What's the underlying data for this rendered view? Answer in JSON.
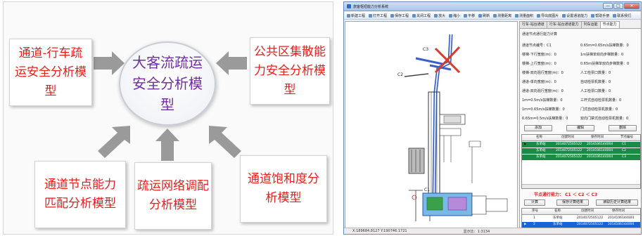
{
  "diagram": {
    "center": [
      "大客流疏运",
      "安全分析模",
      "型"
    ],
    "top_left": [
      "通道-行车疏",
      "运安全分析模",
      "型"
    ],
    "top_right": [
      "公共区集散能",
      "力安全分析模",
      "型"
    ],
    "bottom_left": [
      "通道节点能力",
      "匹配分析模型"
    ],
    "bottom_mid": [
      "疏运网络调配",
      "分析模型"
    ],
    "bottom_right": [
      "通道饱和度分",
      "析模型"
    ],
    "colors": {
      "red_text": "#e4201b",
      "purple_text": "#7030a0",
      "arrow": "#9a9a9a"
    }
  },
  "app": {
    "title": "旅客枢纽能力分析系统",
    "window_buttons": [
      "—",
      "□",
      "✕"
    ],
    "toolbar": [
      "新建工程",
      "打开工程",
      "保存工程",
      "关闭工程",
      "放大",
      "缩小",
      "平移",
      "刷新",
      "测量距离",
      "测量面积",
      "导出底图片",
      "设置通道能力",
      "帮助手册",
      "联系我们"
    ],
    "canvas_labels": {
      "c3": "C3",
      "c2": "C2",
      "c1": "C1"
    },
    "status": {
      "coords": "X:189684.8127  Y:190746.1721",
      "scale": "显示比：1:3134"
    },
    "tabs": [
      "行车-站台通道",
      "行车-站台通道能力",
      "列车运能",
      "节点能力"
    ],
    "active_tab": 3,
    "form_left": [
      "通道节点通行能力计算",
      "通道节点编号：C1",
      "楼梯-下行宽度(m)：0",
      "楼梯-上行宽度(m)：0",
      "楼梯-双向混行宽度(m)：0",
      "通道-单向宽度(m)：0",
      "通道-双向混行宽度(m)：0",
      "1m=0.5m/s扶梯数量：0",
      "1m=0.65m/s扶梯数量：0",
      "0.65m=0.5m/s扶梯数量：0"
    ],
    "form_right": [
      "0.65m=0.65m/s扶梯数量：0",
      "1m扶梯单双向步梯数量：0",
      "0.65m扶梯单双向步梯数量：0",
      "人工检票口数量：0",
      "自动检票机数量：0",
      "人工检票口数量：0",
      "三杆式自动检票机数量：0",
      "门式自动检票机数量：0",
      "双向门禁式自动检票机数量：0"
    ],
    "buttons_top": [
      "添加",
      "编辑",
      "删除"
    ],
    "grid1": {
      "headers": [
        "名称",
        "创建时间",
        "保存时间",
        "节点编号"
      ],
      "rows": [
        [
          "东单站",
          "2014072505122",
          "2014106144004",
          "C1"
        ],
        [
          "东单站",
          "2014072505122",
          "2014106144004",
          "C2"
        ],
        [
          "东单站",
          "2014072505122",
          "2014106144004",
          "C3"
        ]
      ]
    },
    "result": "节点通行能力： C1 ＜ C2 ＜ C3",
    "buttons_mid": [
      "计算",
      "保存计算结果",
      "读取历史计算结果"
    ],
    "grid2": {
      "headers": [
        "序号",
        "名称",
        "创建时间",
        "保存时间"
      ],
      "rows": [
        [
          "1",
          "东单站",
          "2014072505122",
          "2014106144004"
        ],
        [
          "2",
          "东单站",
          "2014072505122",
          "2014106144004"
        ]
      ]
    }
  }
}
